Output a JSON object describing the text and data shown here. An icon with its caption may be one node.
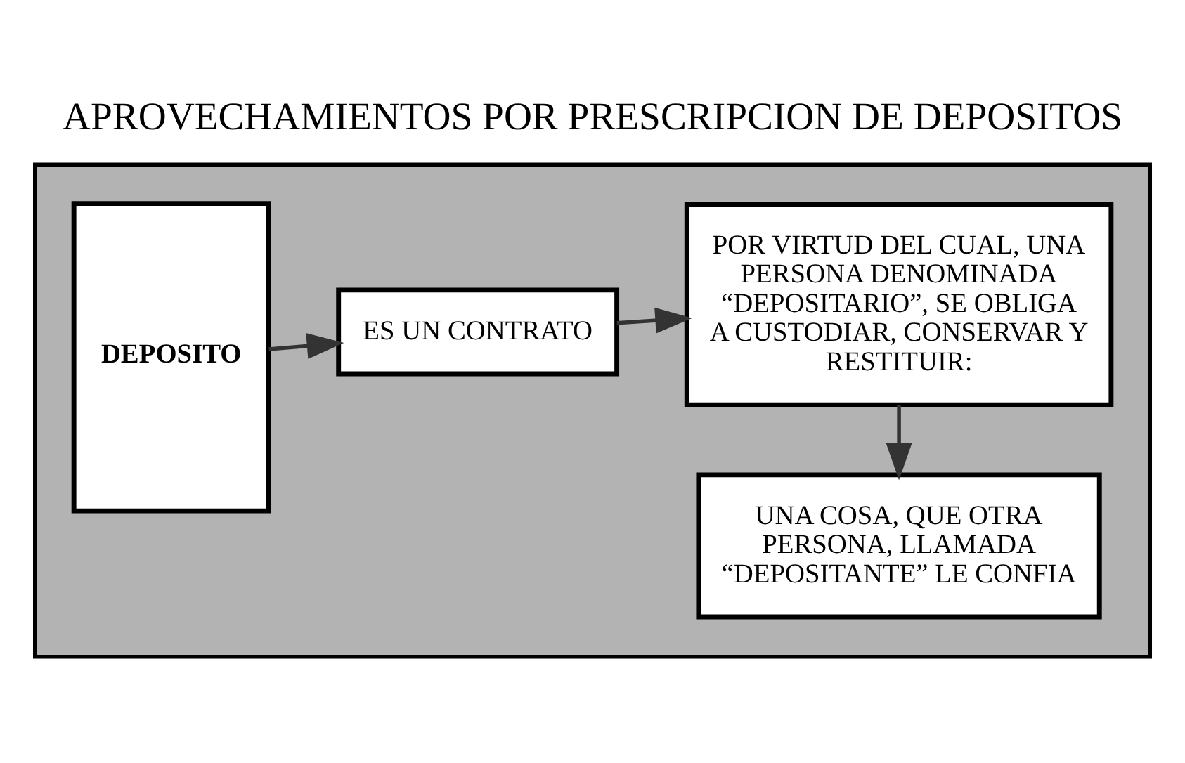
{
  "diagram": {
    "title": "APROVECHAMIENTOS POR PRESCRIPCION DE DEPOSITOS",
    "nodes": [
      {
        "text": [],
        "shape": "box"
      },
      {
        "text": [
          "DEPOSITO"
        ],
        "in": 0
      },
      {
        "text": [
          "ES UN CONTRATO"
        ],
        "in": 0
      },
      {
        "text": [
          "POR VIRTUD DEL CUAL, UNA PERSONA DENOMINADA “DEPOSITARIO”, SE OBLIGA A CUSTODIAR, CONSERVAR Y RESTITUIR:"
        ],
        "in": 0
      },
      {
        "text": [
          "UNA COSA, QUE OTRA PERSONA, LLAMADA “DEPOSITANTE” LE CONFIA"
        ],
        "in": 0
      }
    ],
    "edges": [
      {
        "from": 1,
        "to": 2,
        "arrow": "to"
      },
      {
        "from": 2,
        "to": 3,
        "arrow": "to"
      },
      {
        "from": 3,
        "to": 4,
        "arrow": "to"
      }
    ]
  }
}
